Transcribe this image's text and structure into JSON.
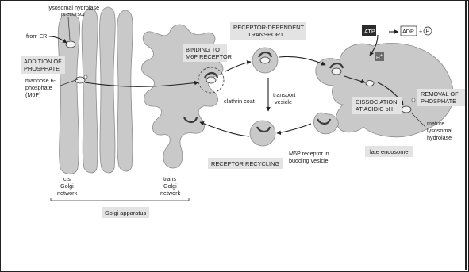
{
  "diagram": {
    "labels": {
      "lysosomal_hydrolase_line1": "lysosomal hydrolase",
      "lysosomal_hydrolase_line2": "precursor",
      "from_er": "from ER",
      "addition_line1": "ADDITION OF",
      "addition_line2": "PHOSPHATE",
      "m6p_line1": "mannose 6-",
      "m6p_line2": "phosphate",
      "m6p_line3": "(M6P)",
      "binding_line1": "BINDING TO",
      "binding_line2": "M6P RECEPTOR",
      "clathrin_coat": "clathrin coat",
      "rdt_line1": "RECEPTOR-DEPENDENT",
      "rdt_line2": "TRANSPORT",
      "transport_vesicle_line1": "transport",
      "transport_vesicle_line2": "vesicle",
      "receptor_recycling": "RECEPTOR RECYCLING",
      "budding_line1": "M6P receptor in",
      "budding_line2": "budding vesicle",
      "atp": "ATP",
      "adp": "ADP",
      "plus": "+",
      "pi": "P",
      "h_plus": "H",
      "h_plus_sup": "+",
      "dissociation_line1": "DISSOCIATION",
      "dissociation_line2": "AT ACIDIC pH",
      "removal_line1": "REMOVAL OF",
      "removal_line2": "PHOSPHATE",
      "mature_line1": "mature",
      "mature_line2": "lysosomal",
      "mature_line3": "hydrolase",
      "late_endosome": "late endosome",
      "cis_line1": "cis",
      "cis_line2": "Golgi",
      "cis_line3": "network",
      "trans_line1": "trans",
      "trans_line2": "Golgi",
      "trans_line3": "network",
      "golgi_apparatus": "Golgi apparatus"
    },
    "colors": {
      "organelle_fill": "#c9c9c9",
      "label_box": "#e3e3e3",
      "atp_box": "#2b2b2b",
      "text": "#1a1a1a"
    }
  }
}
